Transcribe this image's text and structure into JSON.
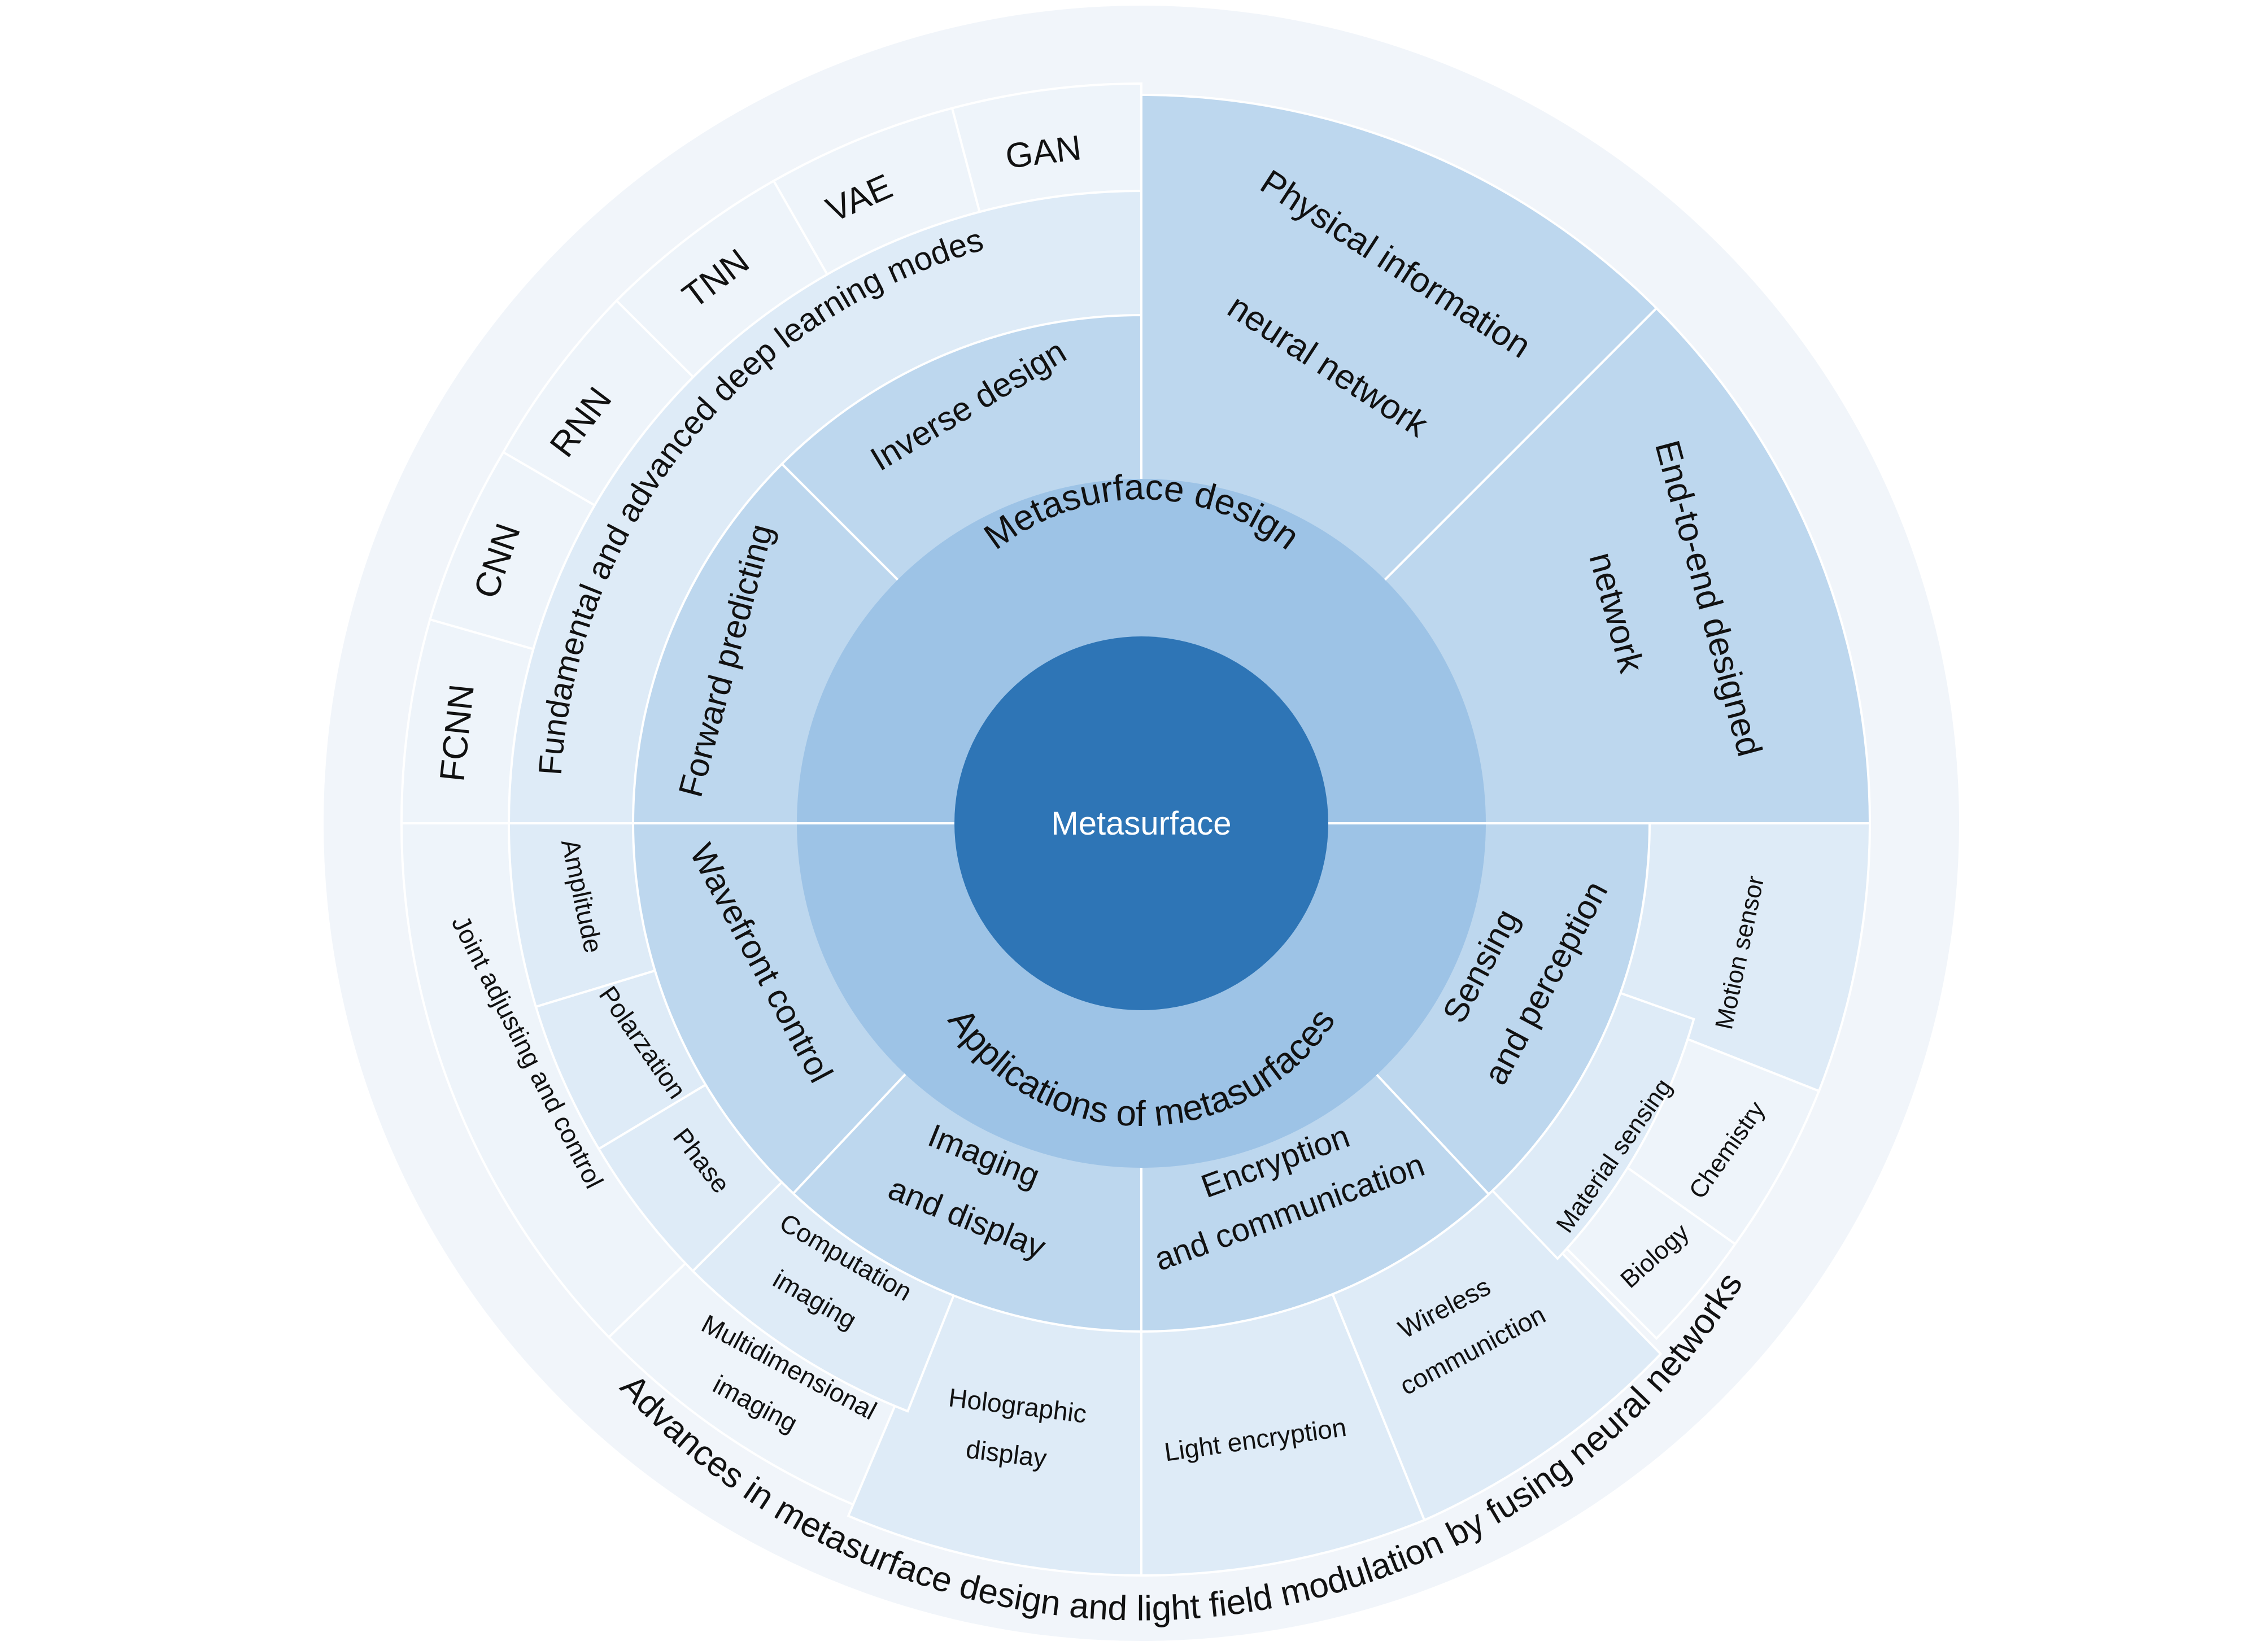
{
  "center": {
    "label": "Metasurface",
    "color": "#2e75b6"
  },
  "colors": {
    "outer_ring": "#f1f5fa",
    "ring_level1": "#9dc3e6",
    "ring_level2": "#bdd7ee",
    "ring_level3": "#deebf7",
    "ring_level4": "#eef4fa",
    "divider": "#ffffff"
  },
  "outer_caption": "Advances in metasurface design and light field modulation by fusing neural networks",
  "level1": {
    "design": "Metasurface design",
    "applications": "Applications of metasurfaces"
  },
  "level2": {
    "inverse_design": "Inverse design",
    "forward_predicting": "Forward predicting",
    "wavefront_control": "Wavefront control",
    "imaging_display_1": "Imaging",
    "imaging_display_2": "and display",
    "encryption_1": "Encryption",
    "encryption_2": "and communication",
    "sensing_1": "Sensing",
    "sensing_2": "and perception"
  },
  "level3": {
    "dl_modes": "Fundamental and advanced deep learning modes",
    "pinn_1": "Physical information",
    "pinn_2": "neural network",
    "e2e_1": "End-to-end designed",
    "e2e_2": "network"
  },
  "level4": {
    "fcnn": "FCNN",
    "cnn": "CNN",
    "rnn": "RNN",
    "tnn": "TNN",
    "vae": "VAE",
    "gan": "GAN"
  },
  "wavefront_items": {
    "amplitude": "Amplitude",
    "polarization": "Polarzation",
    "phase": "Phase",
    "joint": "Joint adjusting and control"
  },
  "imaging_items": {
    "computation_1": "Computation",
    "computation_2": "imaging",
    "multidim_1": "Multidimensional",
    "multidim_2": "imaging",
    "holographic_1": "Holographic",
    "holographic_2": "display"
  },
  "encryption_items": {
    "light_encryption": "Light encryption",
    "wireless_1": "Wireless",
    "wireless_2": "communiction"
  },
  "sensing_items": {
    "material": "Material sensing",
    "chemistry": "Chemistry",
    "biology": "Biology",
    "motion": "Motion sensor"
  }
}
